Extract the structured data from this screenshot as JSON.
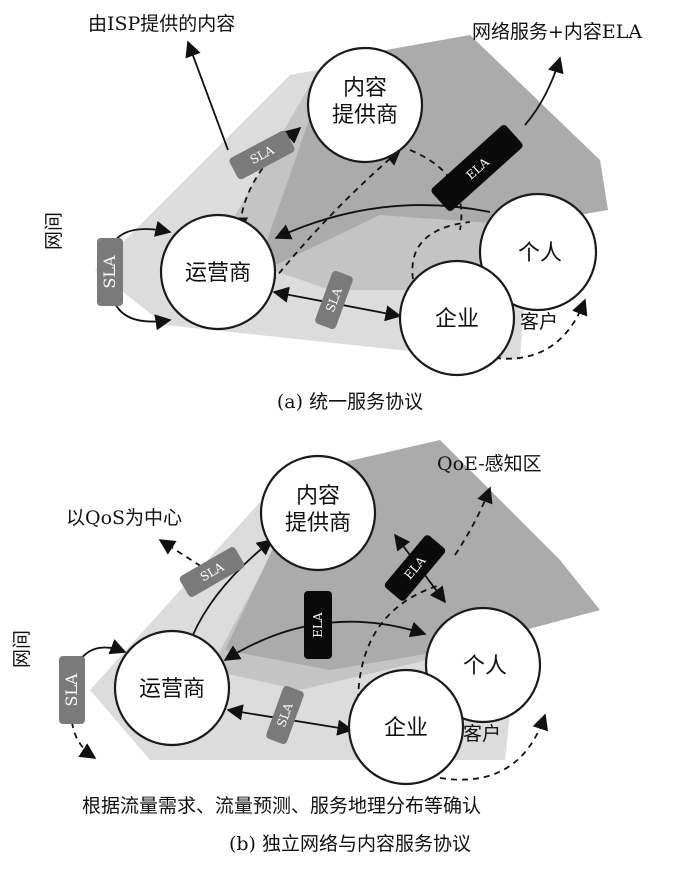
{
  "diagram_a": {
    "caption": "(a) 统一服务协议",
    "nodes": {
      "content_provider_line1": "内容",
      "content_provider_line2": "提供商",
      "operator": "运营商",
      "individual": "个人",
      "enterprise": "企业",
      "customer": "客户"
    },
    "notes": {
      "isp_content": "由ISP提供的内容",
      "network_content_ela": "网络服务+内容ELA",
      "inter_network": "网间"
    },
    "badges": {
      "sla_top": "SLA",
      "sla_left": "SLA",
      "sla_bottom": "SLA",
      "ela": "ELA"
    }
  },
  "diagram_b": {
    "caption": "(b) 独立网络与内容服务协议",
    "nodes": {
      "content_provider_line1": "内容",
      "content_provider_line2": "提供商",
      "operator": "运营商",
      "individual": "个人",
      "enterprise": "企业",
      "customer": "客户"
    },
    "notes": {
      "qoe_area": "QoE-感知区",
      "qos_center": "以QoS为中心",
      "inter_network": "网间",
      "confirm": "根据流量需求、流量预测、服务地理分布等确认"
    },
    "badges": {
      "sla_top": "SLA",
      "sla_left": "SLA",
      "sla_bottom": "SLA",
      "ela_top": "ELA",
      "ela_mid": "ELA"
    }
  },
  "colors": {
    "light_gray": "#d9d9d9",
    "mid_gray": "#bdbdbd",
    "dark_gray": "#a9a9a9",
    "badge_gray": "#7a7a7a",
    "badge_black": "#0a0a0a"
  }
}
